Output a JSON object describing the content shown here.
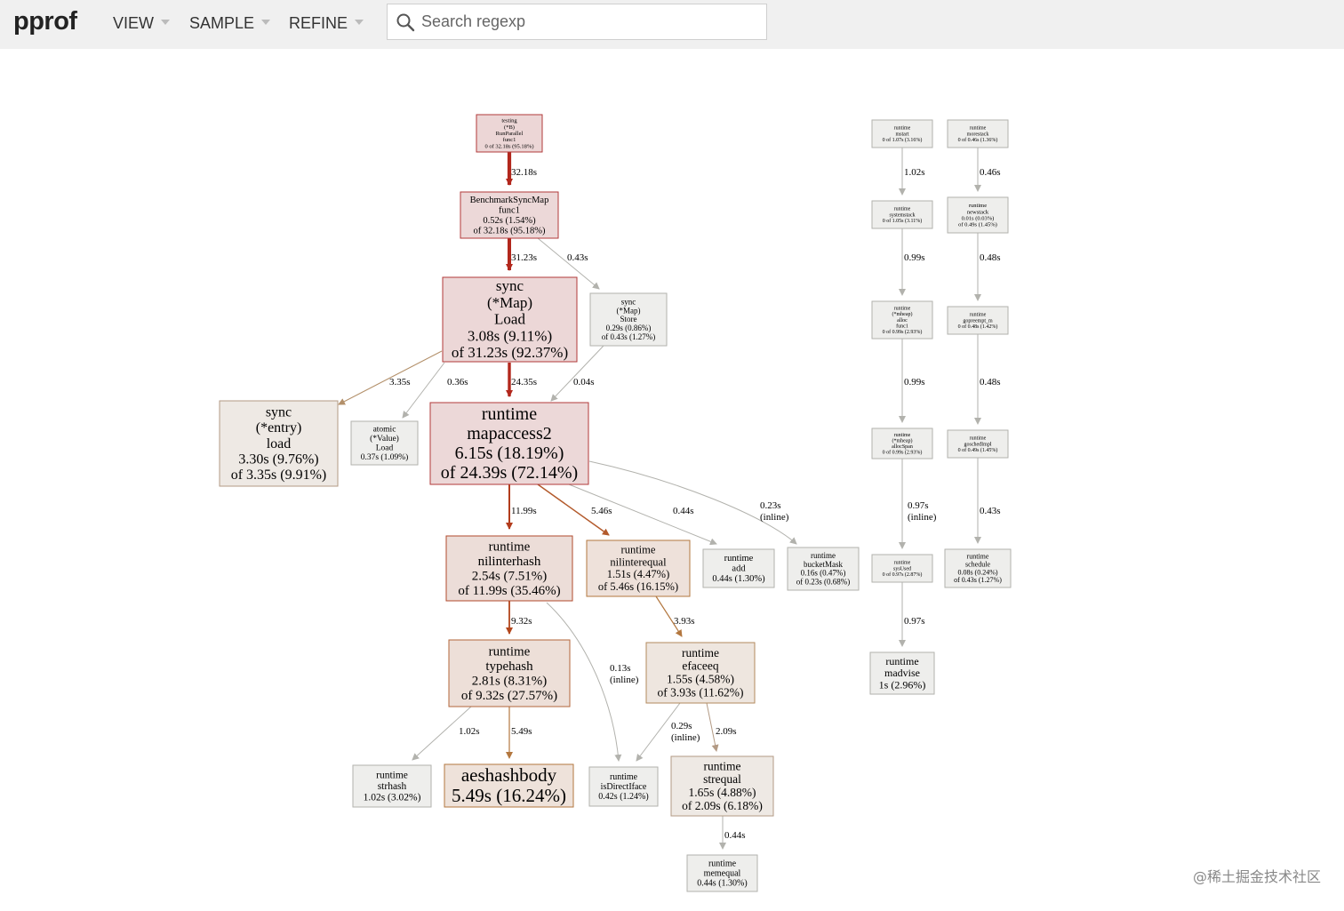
{
  "app": {
    "title": "pprof"
  },
  "menu": {
    "view": "VIEW",
    "sample": "SAMPLE",
    "refine": "REFINE"
  },
  "search": {
    "placeholder": "Search regexp",
    "icon": "search-icon"
  },
  "graph": {
    "nodes": [
      {
        "id": "n_runparallel",
        "lines": [
          "testing",
          "(*B)",
          "RunParallel",
          "func1",
          "0 of 32.18s (95.18%)"
        ]
      },
      {
        "id": "n_bench",
        "lines": [
          "BenchmarkSyncMap",
          "func1",
          "0.52s (1.54%)",
          "of 32.18s (95.18%)"
        ]
      },
      {
        "id": "n_load",
        "lines": [
          "sync",
          "(*Map)",
          "Load",
          "3.08s (9.11%)",
          "of 31.23s (92.37%)"
        ]
      },
      {
        "id": "n_store",
        "lines": [
          "sync",
          "(*Map)",
          "Store",
          "0.29s (0.86%)",
          "of 0.43s (1.27%)"
        ]
      },
      {
        "id": "n_entryload",
        "lines": [
          "sync",
          "(*entry)",
          "load",
          "3.30s (9.76%)",
          "of 3.35s (9.91%)"
        ]
      },
      {
        "id": "n_atomicload",
        "lines": [
          "atomic",
          "(*Value)",
          "Load",
          "0.37s (1.09%)"
        ]
      },
      {
        "id": "n_mapaccess2",
        "lines": [
          "runtime",
          "mapaccess2",
          "6.15s (18.19%)",
          "of 24.39s (72.14%)"
        ]
      },
      {
        "id": "n_nilinterhash",
        "lines": [
          "runtime",
          "nilinterhash",
          "2.54s (7.51%)",
          "of 11.99s (35.46%)"
        ]
      },
      {
        "id": "n_nilinterequal",
        "lines": [
          "runtime",
          "nilinterequal",
          "1.51s (4.47%)",
          "of 5.46s (16.15%)"
        ]
      },
      {
        "id": "n_add",
        "lines": [
          "runtime",
          "add",
          "0.44s (1.30%)"
        ]
      },
      {
        "id": "n_bucketmask",
        "lines": [
          "runtime",
          "bucketMask",
          "0.16s (0.47%)",
          "of 0.23s (0.68%)"
        ]
      },
      {
        "id": "n_typehash",
        "lines": [
          "runtime",
          "typehash",
          "2.81s (8.31%)",
          "of 9.32s (27.57%)"
        ]
      },
      {
        "id": "n_efaceeq",
        "lines": [
          "runtime",
          "efaceeq",
          "1.55s (4.58%)",
          "of 3.93s (11.62%)"
        ]
      },
      {
        "id": "n_strhash",
        "lines": [
          "runtime",
          "strhash",
          "1.02s (3.02%)"
        ]
      },
      {
        "id": "n_aeshashbody",
        "lines": [
          "aeshashbody",
          "5.49s (16.24%)"
        ]
      },
      {
        "id": "n_isdirectiface",
        "lines": [
          "runtime",
          "isDirectIface",
          "0.42s (1.24%)"
        ]
      },
      {
        "id": "n_strequal",
        "lines": [
          "runtime",
          "strequal",
          "1.65s (4.88%)",
          "of 2.09s (6.18%)"
        ]
      },
      {
        "id": "n_memequal",
        "lines": [
          "runtime",
          "memequal",
          "0.44s (1.30%)"
        ]
      },
      {
        "id": "n_mstart",
        "lines": [
          "runtime",
          "mstart",
          "0 of 1.07s (3.16%)"
        ]
      },
      {
        "id": "n_systemstack",
        "lines": [
          "runtime",
          "systemstack",
          "0 of 1.05s (3.11%)"
        ]
      },
      {
        "id": "n_mheapalloc",
        "lines": [
          "runtime",
          "(*mheap)",
          "alloc",
          "func1",
          "0 of 0.99s (2.93%)"
        ]
      },
      {
        "id": "n_allocspan",
        "lines": [
          "runtime",
          "(*mheap)",
          "allocSpan",
          "0 of 0.99s (2.93%)"
        ]
      },
      {
        "id": "n_sysused",
        "lines": [
          "runtime",
          "sysUsed",
          "0 of 0.97s (2.87%)"
        ]
      },
      {
        "id": "n_madvise",
        "lines": [
          "runtime",
          "madvise",
          "1s (2.96%)"
        ]
      },
      {
        "id": "n_morestack",
        "lines": [
          "runtime",
          "morestack",
          "0 of 0.46s (1.36%)"
        ]
      },
      {
        "id": "n_newstack",
        "lines": [
          "runtime",
          "newstack",
          "0.01s (0.03%)",
          "of 0.49s (1.45%)"
        ]
      },
      {
        "id": "n_gopreempt",
        "lines": [
          "runtime",
          "gopreempt_m",
          "0 of 0.48s (1.42%)"
        ]
      },
      {
        "id": "n_goschedimpl",
        "lines": [
          "runtime",
          "goschedImpl",
          "0 of 0.49s (1.45%)"
        ]
      },
      {
        "id": "n_schedule",
        "lines": [
          "runtime",
          "schedule",
          "0.08s (0.24%)",
          "of 0.43s (1.27%)"
        ]
      }
    ],
    "edges": [
      {
        "from": "n_runparallel",
        "to": "n_bench",
        "label": [
          "32.18s"
        ]
      },
      {
        "from": "n_bench",
        "to": "n_load",
        "label": [
          "31.23s"
        ]
      },
      {
        "from": "n_bench",
        "to": "n_store",
        "label": [
          "0.43s"
        ]
      },
      {
        "from": "n_load",
        "to": "n_entryload",
        "label": [
          "3.35s"
        ]
      },
      {
        "from": "n_load",
        "to": "n_atomicload",
        "label": [
          "0.36s"
        ]
      },
      {
        "from": "n_load",
        "to": "n_mapaccess2",
        "label": [
          "24.35s"
        ]
      },
      {
        "from": "n_store",
        "to": "n_mapaccess2",
        "label": [
          "0.04s"
        ]
      },
      {
        "from": "n_mapaccess2",
        "to": "n_nilinterhash",
        "label": [
          "11.99s"
        ]
      },
      {
        "from": "n_mapaccess2",
        "to": "n_nilinterequal",
        "label": [
          "5.46s"
        ]
      },
      {
        "from": "n_mapaccess2",
        "to": "n_add",
        "label": [
          "0.44s"
        ]
      },
      {
        "from": "n_mapaccess2",
        "to": "n_bucketmask",
        "label": [
          "0.23s",
          "(inline)"
        ]
      },
      {
        "from": "n_nilinterhash",
        "to": "n_typehash",
        "label": [
          "9.32s"
        ]
      },
      {
        "from": "n_nilinterhash",
        "to": "n_isdirectiface",
        "label": [
          "0.13s",
          "(inline)"
        ]
      },
      {
        "from": "n_nilinterequal",
        "to": "n_efaceeq",
        "label": [
          "3.93s"
        ]
      },
      {
        "from": "n_typehash",
        "to": "n_strhash",
        "label": [
          "1.02s"
        ]
      },
      {
        "from": "n_typehash",
        "to": "n_aeshashbody",
        "label": [
          "5.49s"
        ]
      },
      {
        "from": "n_efaceeq",
        "to": "n_isdirectiface",
        "label": [
          "0.29s",
          "(inline)"
        ]
      },
      {
        "from": "n_efaceeq",
        "to": "n_strequal",
        "label": [
          "2.09s"
        ]
      },
      {
        "from": "n_strequal",
        "to": "n_memequal",
        "label": [
          "0.44s"
        ]
      },
      {
        "from": "n_mstart",
        "to": "n_systemstack",
        "label": [
          "1.02s"
        ]
      },
      {
        "from": "n_systemstack",
        "to": "n_mheapalloc",
        "label": [
          "0.99s"
        ]
      },
      {
        "from": "n_mheapalloc",
        "to": "n_allocspan",
        "label": [
          "0.99s"
        ]
      },
      {
        "from": "n_allocspan",
        "to": "n_sysused",
        "label": [
          "0.97s",
          "(inline)"
        ]
      },
      {
        "from": "n_sysused",
        "to": "n_madvise",
        "label": [
          "0.97s"
        ]
      },
      {
        "from": "n_morestack",
        "to": "n_newstack",
        "label": [
          "0.46s"
        ]
      },
      {
        "from": "n_newstack",
        "to": "n_gopreempt",
        "label": [
          "0.48s"
        ]
      },
      {
        "from": "n_gopreempt",
        "to": "n_goschedimpl",
        "label": [
          "0.48s"
        ]
      },
      {
        "from": "n_goschedimpl",
        "to": "n_schedule",
        "label": [
          "0.43s"
        ]
      }
    ]
  },
  "watermark": "@稀土掘金技术社区"
}
